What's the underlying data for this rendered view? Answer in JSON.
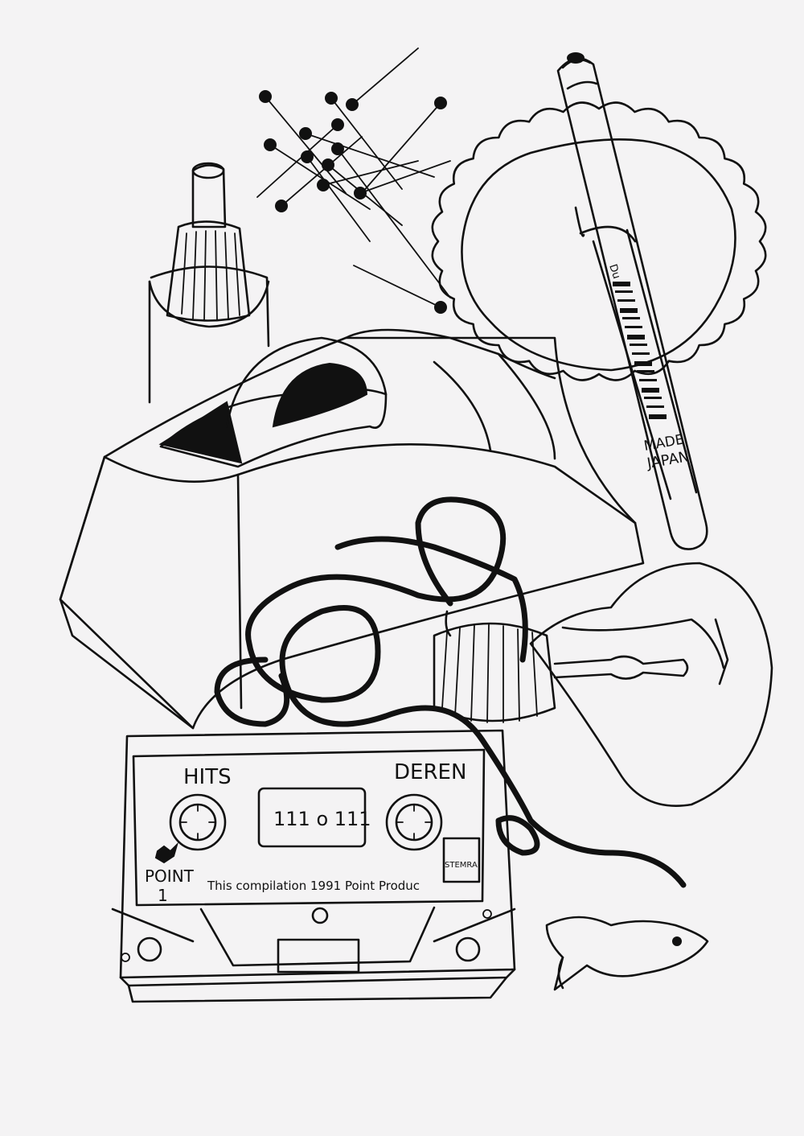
{
  "colors": {
    "paper": "#f4f3f4",
    "ink": "#111111"
  },
  "cassette": {
    "label_left": "HITS",
    "label_right": "DEREN",
    "counter": "111 o 111",
    "brand_line1": "POINT",
    "brand_line2": "1",
    "footer": "This compilation 1991 Point Produc",
    "stamp": "STEMRA"
  },
  "marker": {
    "made_line": "MADE",
    "japan_line": "JAPAN",
    "top_label": "Du"
  }
}
